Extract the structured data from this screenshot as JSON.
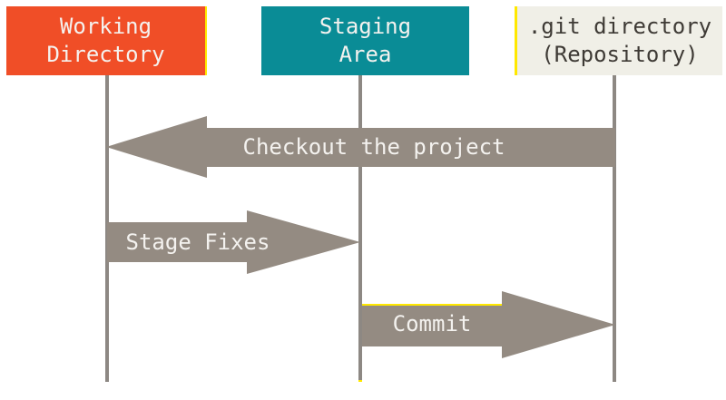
{
  "colors": {
    "background": "#ffffff",
    "working_box": "#f04e27",
    "staging_box": "#0a8c96",
    "git_box": "#f0efe7",
    "box_light_text": "#f4f2ef",
    "box_dark_text": "#3e3a35",
    "arrow_fill": "#948b82",
    "arrow_text": "#f4f2ef",
    "lifeline": "#8d8883",
    "accent_yellow": "#ffe800"
  },
  "boxes": [
    {
      "id": "working-directory",
      "line1": "Working",
      "line2": "Directory"
    },
    {
      "id": "staging-area",
      "line1": "Staging",
      "line2": "Area"
    },
    {
      "id": "git-directory",
      "line1": ".git directory",
      "line2": "(Repository)"
    }
  ],
  "arrows": [
    {
      "id": "checkout",
      "label": "Checkout the project",
      "direction": "left",
      "from": "git-directory",
      "to": "working-directory"
    },
    {
      "id": "stage",
      "label": "Stage Fixes",
      "direction": "right",
      "from": "working-directory",
      "to": "staging-area"
    },
    {
      "id": "commit",
      "label": "Commit",
      "direction": "right",
      "from": "staging-area",
      "to": "git-directory"
    }
  ]
}
